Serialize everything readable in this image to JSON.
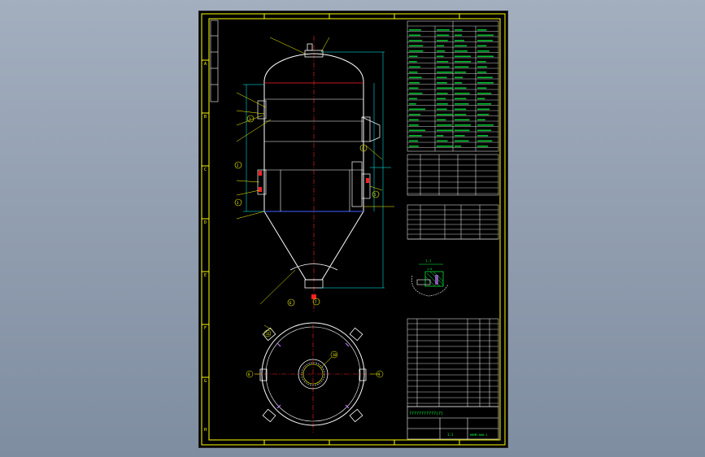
{
  "viewer": {
    "background_top": "#a3afbf",
    "background_bottom": "#7f8da1"
  },
  "drawing": {
    "colors": {
      "frame": "#ffff00",
      "outline": "#ffffff",
      "centerline": "#ff2020",
      "dimension": "#00ffff",
      "table": "#ffffff",
      "text": "#00ff40",
      "leader": "#ffff00",
      "hatch": "#00ff40",
      "stiffener": "#c070ff",
      "liquid_level": "#4060ff"
    },
    "border_letters": [
      "A",
      "B",
      "C",
      "D",
      "E",
      "F",
      "G",
      "H"
    ],
    "title_block": {
      "name": "???????????(?)",
      "scale": "1:1",
      "drawing_no": "HBMM-000-1"
    },
    "view_labels": {
      "detail": "?-?",
      "detail_scale": "1:5"
    },
    "callouts": [
      "1",
      "2",
      "3",
      "4",
      "5",
      "6",
      "7",
      "8",
      "9",
      "10",
      "11",
      "12"
    ]
  }
}
